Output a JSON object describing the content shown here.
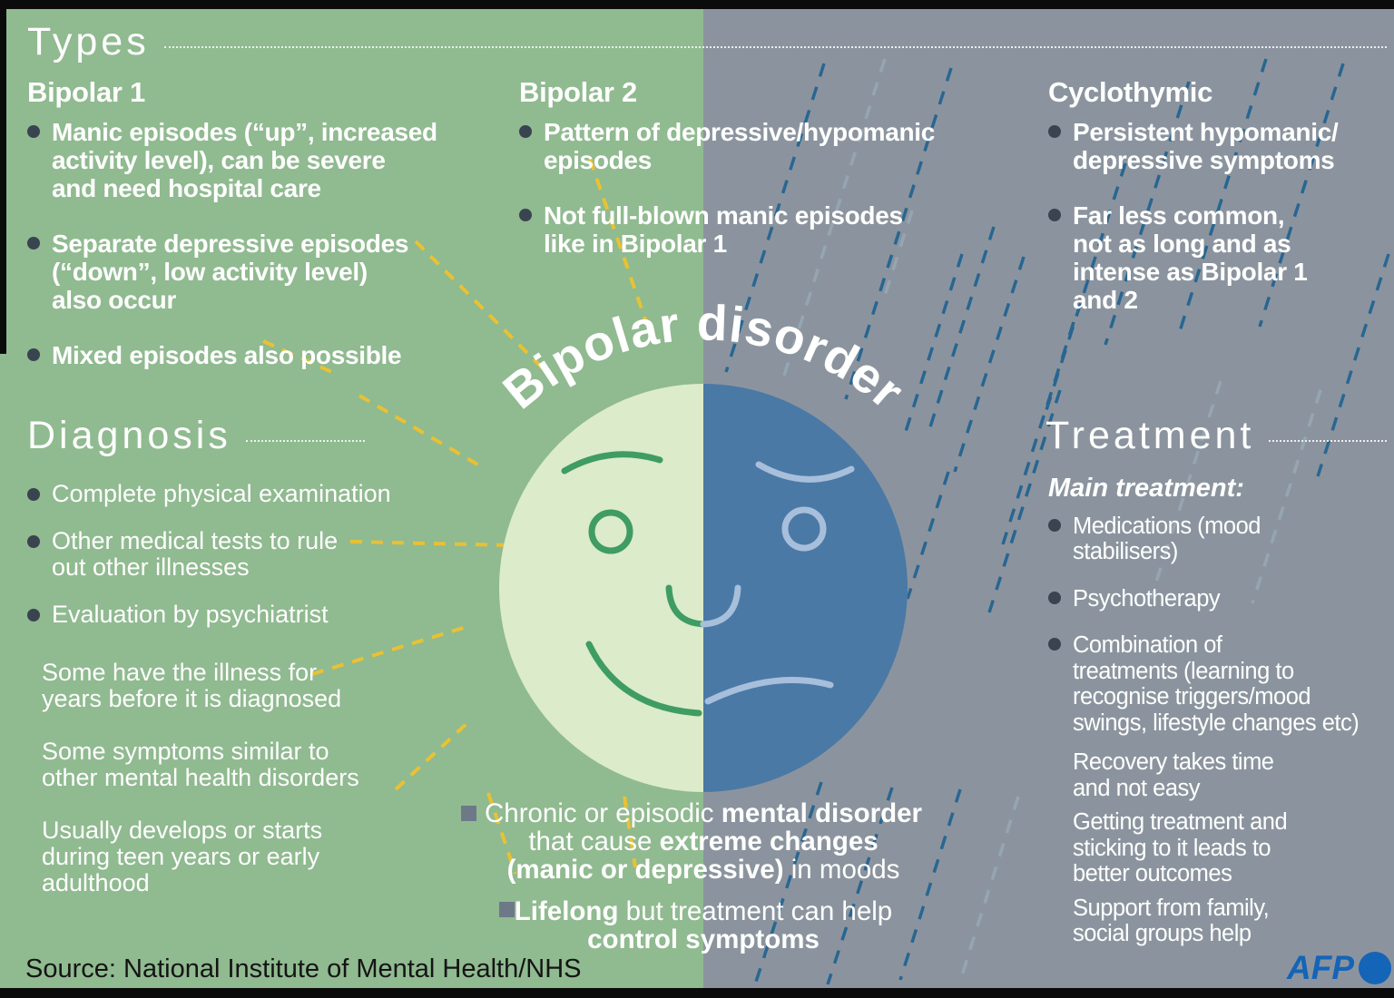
{
  "title": {
    "text": "Bipolar disorder"
  },
  "sections": {
    "types": {
      "heading": "Types",
      "col1": {
        "sub": "Bipolar 1",
        "b": [
          "Manic episodes (“up”, increased\nactivity level), can be severe\nand need hospital care",
          "Separate depressive episodes\n(“down”, low activity level)\nalso occur",
          "Mixed episodes also possible"
        ]
      },
      "col2": {
        "sub": "Bipolar 2",
        "b": [
          "Pattern of depressive/hypomanic\nepisodes",
          "Not full-blown manic episodes\nlike in Bipolar 1"
        ]
      },
      "col3": {
        "sub": "Cyclothymic",
        "b": [
          "Persistent hypomanic/\ndepressive symptoms",
          "Far less common,\nnot as long and as\nintense as Bipolar 1\nand 2"
        ]
      }
    },
    "diagnosis": {
      "heading": "Diagnosis",
      "b": [
        "Complete physical examination",
        "Other medical tests to rule\nout other illnesses",
        "Evaluation by psychiatrist"
      ],
      "notes": [
        "Some have the illness for\nyears before it is diagnosed",
        "Some symptoms similar to\nother mental health disorders",
        "Usually develops or starts\nduring teen years or early\nadulthood"
      ]
    },
    "treatment": {
      "heading": "Treatment",
      "lead": "Main treatment:",
      "b": [
        "Medications (mood\nstabilisers)",
        "Psychotherapy",
        "Combination of\ntreatments (learning to\nrecognise triggers/mood\nswings, lifestyle changes etc)"
      ],
      "notes": [
        "Recovery takes time\nand not easy",
        "Getting treatment and\nsticking to it leads to\nbetter outcomes",
        "Support from family,\nsocial groups help"
      ]
    },
    "center": {
      "n1": {
        "a": "Chronic or episodic ",
        "b": "mental disorder",
        "c": "that cause ",
        "d": "extreme changes",
        "e": "(manic or depressive)",
        "f": " in moods"
      },
      "n2": {
        "a": "Lifelong",
        "b": " but treatment can help",
        "c": "control symptoms"
      }
    }
  },
  "footer": {
    "source": "Source: National Institute of Mental Health/NHS",
    "agency": "AFP"
  },
  "colors": {
    "green_bg": "#90ba90",
    "gray_bg": "#8b949e",
    "face_happy": "#dcebc9",
    "face_sad": "#4a79a6",
    "feature_green": "#3f9c63",
    "feature_blue": "#a7bfdb",
    "sun_yellow": "#edc22f",
    "rain_blue": "#1e6290",
    "bullet_dark": "#3a4450",
    "square_gray": "#6e7988",
    "afp_blue": "#1464b8"
  }
}
